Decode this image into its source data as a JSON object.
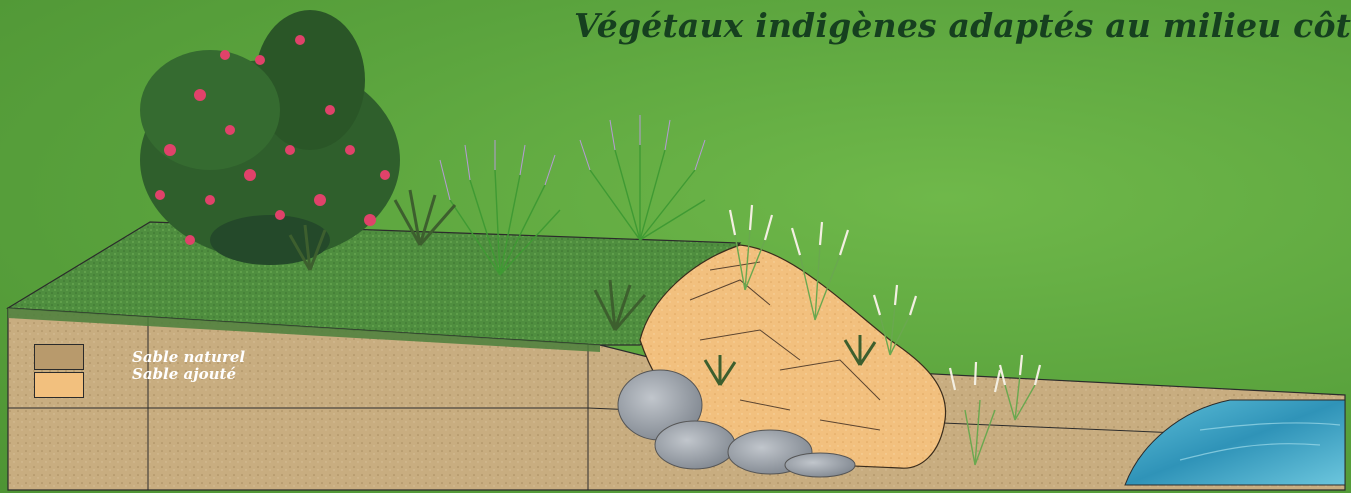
{
  "title": "Végétaux indigènes adaptés au milieu côtier",
  "legend": [
    {
      "label": "Sable naturel",
      "color": "#b89a6c"
    },
    {
      "label": "Sable ajouté",
      "color": "#f2c07e"
    }
  ],
  "colors": {
    "background": "#5aa33d",
    "lawn": "#4f8e3f",
    "natural_sand": "#c8ad80",
    "added_sand": "#f2c07e",
    "rock": "#9aa0a8",
    "water": "#2f93b8",
    "title": "#16401f"
  }
}
